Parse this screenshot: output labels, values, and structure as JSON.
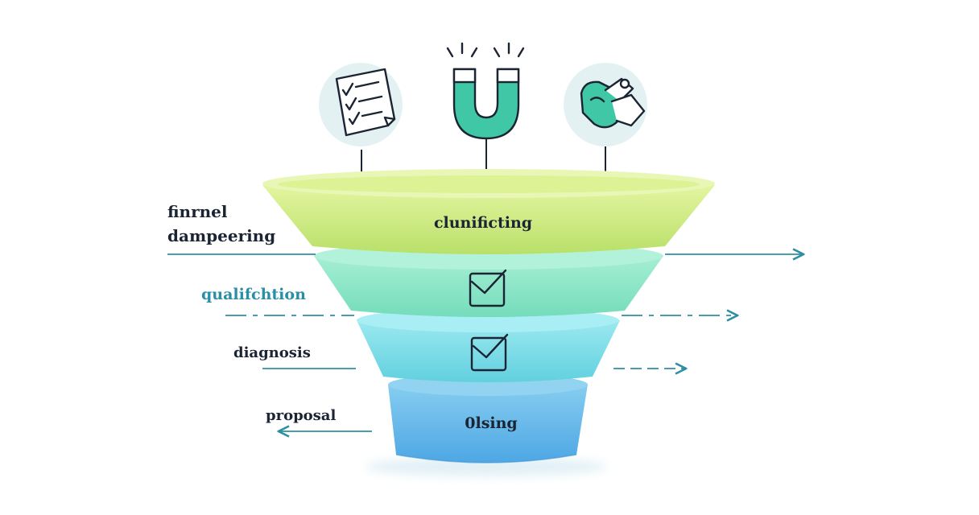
{
  "labels": {
    "funnel_line1": "finrnel",
    "funnel_line2": "dampeering",
    "qualification": "qualifchtion",
    "diagnosis": "diagnosis",
    "proposal": "proposal"
  },
  "tiers": {
    "top": "clunificting",
    "bottom": "0lsing"
  },
  "icons": [
    "checklist-document-icon",
    "magnet-icon",
    "handshake-icon"
  ],
  "colors": {
    "tier1": "#c9ea78",
    "tier2": "#8ee6c6",
    "tier3": "#7fdde6",
    "tier4": "#6ab8ea",
    "line": "#2e8fa3",
    "ink": "#1b2433",
    "magnet": "#3fc7a6"
  }
}
